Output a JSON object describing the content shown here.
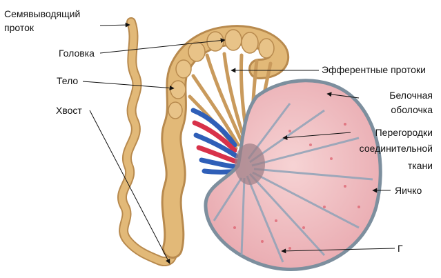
{
  "labels": {
    "vas_deferens": [
      "Семявыводящий",
      "проток"
    ],
    "head": "Головка",
    "body": "Тело",
    "tail": "Хвост",
    "efferent_ducts": "Эфферентные  протоки",
    "tunica_albuginea": [
      "Белочная",
      "оболочка"
    ],
    "septa": [
      "Перегородки",
      "соединительной",
      "ткани"
    ],
    "testis": "Яичко",
    "lobule": "Г"
  },
  "colors": {
    "epididymis": "#e2b978",
    "epididymis_shadow": "#b88a4e",
    "testis_fill": "#f2c6c8",
    "testis_septa": "#8fa3b8",
    "capsule": "#7d8f9e",
    "artery": "#d8324a",
    "vein": "#2f5fb8",
    "leader_line": "#111111"
  }
}
